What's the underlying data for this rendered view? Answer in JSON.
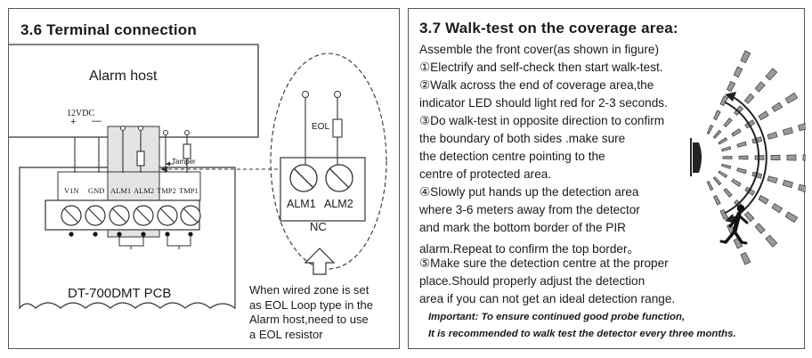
{
  "terminal": {
    "title": "3.6 Terminal connection",
    "alarm_host": "Alarm host",
    "voltage": "12VDC",
    "plus": "+",
    "minus": "—",
    "tamper": "Tamper",
    "pins": [
      "V1N",
      "GND",
      "ALM1",
      "ALM2",
      "TMP2",
      "TMP1"
    ],
    "pcb": "DT-700DMT PCB",
    "eol": "EOL",
    "alm1": "ALM1",
    "alm2": "ALM2",
    "nc": "NC",
    "note": [
      "When wired zone is set",
      "as EOL Loop type in the",
      "Alarm host,need to use",
      "a EOL resistor"
    ]
  },
  "walktest": {
    "title": "3.7 Walk-test on the coverage area:",
    "lines": [
      "Assemble the front cover(as shown in figure)",
      "①Electrify and self-check then start walk-test.",
      "②Walk across the end of coverage area,the",
      "   indicator LED should light red for 2-3 seconds.",
      "③Do walk-test in opposite direction to confirm",
      "   the boundary of both sides .make sure",
      "   the detection centre pointing to the",
      "   centre of protected area.",
      "④Slowly put hands up the detection area",
      "   where 3-6 meters away from the detector",
      "   and mark  the bottom border  of the PIR",
      "   alarm.Repeat to confirm the top border。",
      "⑤Make sure the detection centre at the proper",
      "   place.Should properly adjust the detection",
      "   area if you can not get an ideal detection range."
    ],
    "important": [
      "Important: To ensure continued good probe function,",
      "It is recommended to walk test the detector every three months."
    ]
  }
}
